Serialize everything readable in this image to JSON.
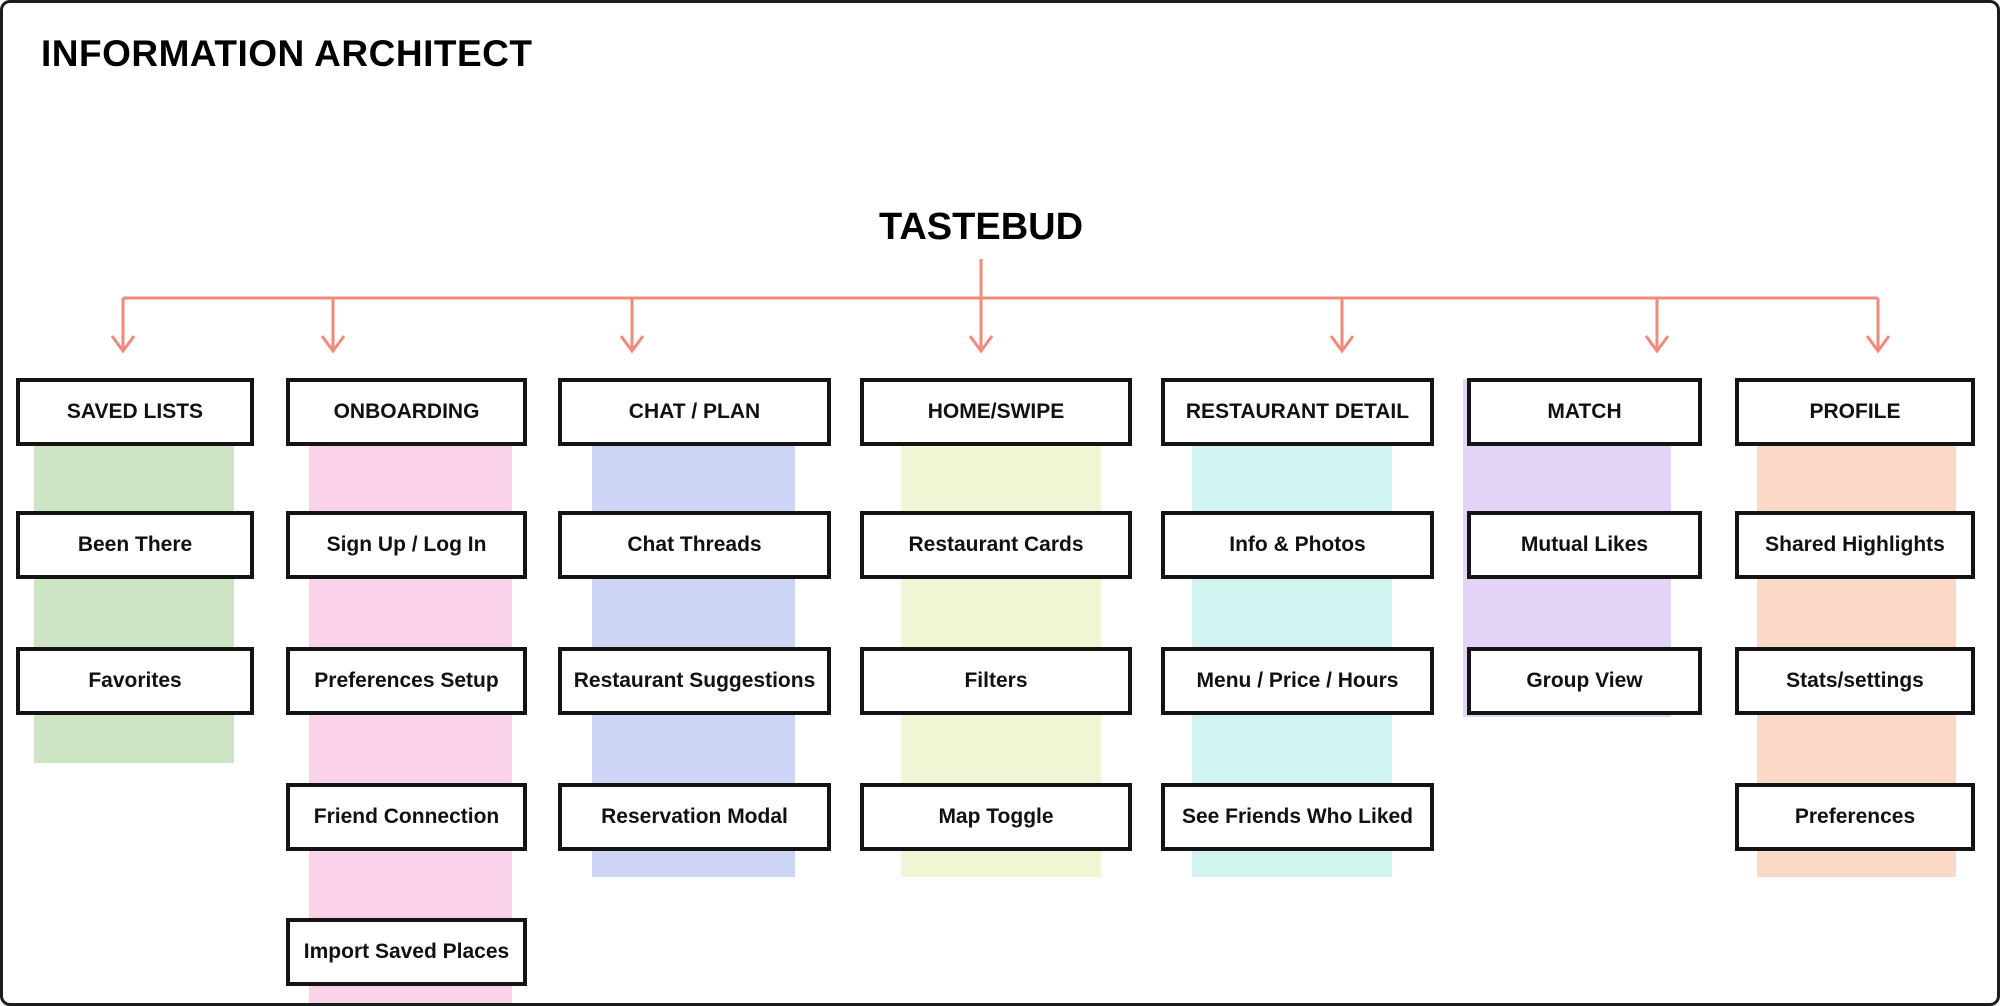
{
  "title": "INFORMATION ARCHITECT",
  "root_node": "TASTEBUD",
  "colors": {
    "connector": "#f18a7c",
    "node_border": "#141414",
    "node_fill": "#ffffff",
    "background": "#ffffff"
  },
  "columns": [
    {
      "header": "SAVED LISTS",
      "tint": "#cde5c4",
      "items": [
        "Been There",
        "Favorites"
      ]
    },
    {
      "header": "ONBOARDING",
      "tint": "#fad2e9",
      "items": [
        "Sign Up / Log In",
        "Preferences Setup",
        "Friend Connection",
        "Import Saved Places"
      ]
    },
    {
      "header": "CHAT / PLAN",
      "tint": "#cdd4f4",
      "items": [
        "Chat Threads",
        "Restaurant Suggestions",
        "Reservation Modal"
      ]
    },
    {
      "header": "HOME/SWIPE",
      "tint": "#eef6d3",
      "items": [
        "Restaurant Cards",
        "Filters",
        "Map Toggle"
      ]
    },
    {
      "header": "RESTAURANT DETAIL",
      "tint": "#d2f4f1",
      "items": [
        "Info & Photos",
        "Menu / Price / Hours",
        "See Friends Who Liked"
      ]
    },
    {
      "header": "MATCH",
      "tint": "#e3d3f6",
      "items": [
        "Mutual Likes",
        "Group View"
      ]
    },
    {
      "header": "PROFILE",
      "tint": "#fbd9c6",
      "items": [
        "Shared Highlights",
        "Stats/settings",
        "Preferences"
      ]
    }
  ]
}
